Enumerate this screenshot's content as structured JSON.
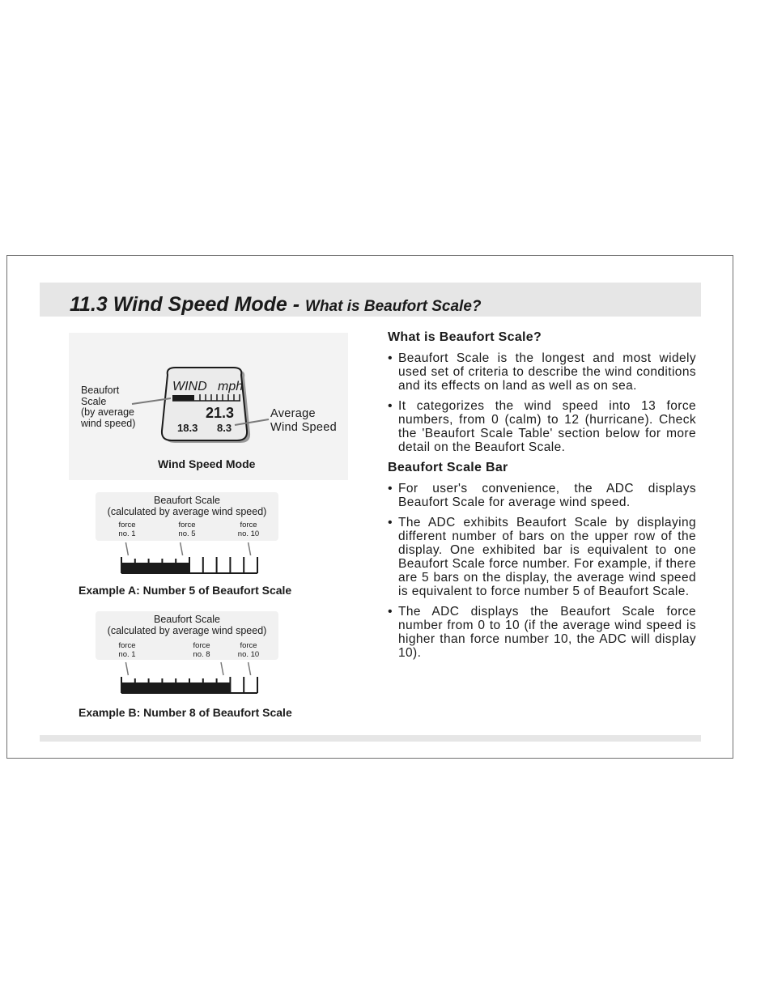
{
  "header": {
    "title_main": "11.3 Wind Speed Mode - ",
    "title_sub": "What is Beaufort Scale?"
  },
  "wind_mode_panel": {
    "display_wind": "WIND",
    "display_unit": "mph",
    "reading_main": "21.3",
    "reading_left": "18.3",
    "reading_right": "8.3",
    "callout_left": [
      "Beaufort",
      "Scale",
      "(by average",
      "wind speed)"
    ],
    "callout_right": [
      "Average",
      "Wind Speed"
    ],
    "caption": "Wind Speed Mode"
  },
  "example_a": {
    "heading": "Beaufort Scale",
    "subheading": "(calculated by average wind speed)",
    "labels": [
      {
        "line1": "force",
        "line2": "no. 1"
      },
      {
        "line1": "force",
        "line2": "no. 5"
      },
      {
        "line1": "force",
        "line2": "no. 10"
      }
    ],
    "filled_bars": 5,
    "total_bars": 10,
    "caption": "Example A: Number 5 of Beaufort Scale"
  },
  "example_b": {
    "heading": "Beaufort Scale",
    "subheading": "(calculated by average wind speed)",
    "labels": [
      {
        "line1": "force",
        "line2": "no. 1"
      },
      {
        "line1": "force",
        "line2": "no. 8"
      },
      {
        "line1": "force",
        "line2": "no. 10"
      }
    ],
    "filled_bars": 8,
    "total_bars": 10,
    "caption": "Example B: Number 8 of Beaufort Scale"
  },
  "section_1": {
    "heading": "What is Beaufort Scale?",
    "bullets": [
      "Beaufort Scale is the longest and most widely used set of criteria to describe the wind conditions and its effects on land as well as on sea.",
      "It categorizes the wind speed into 13 force numbers, from 0 (calm) to 12 (hurricane). Check the 'Beaufort Scale Table' section below for more detail on the Beaufort Scale."
    ]
  },
  "section_2": {
    "heading": "Beaufort Scale Bar",
    "bullets": [
      "For user's convenience, the ADC displays Beaufort Scale for average wind speed.",
      "The ADC exhibits Beaufort Scale by displaying different number of bars on the upper row of the display. One exhibited bar is equivalent to one Beaufort Scale force number. For example, if there are 5 bars on the display, the average wind speed is equivalent to force number 5 of Beaufort Scale.",
      "The ADC displays the Beaufort Scale force number from 0 to 10 (if the average wind speed is higher than force number 10, the ADC will display 10)."
    ]
  },
  "colors": {
    "band": "#e6e6e6",
    "panel": "#f3f3f3",
    "ink": "#1a1a1a",
    "leader": "#7a7a7a"
  }
}
